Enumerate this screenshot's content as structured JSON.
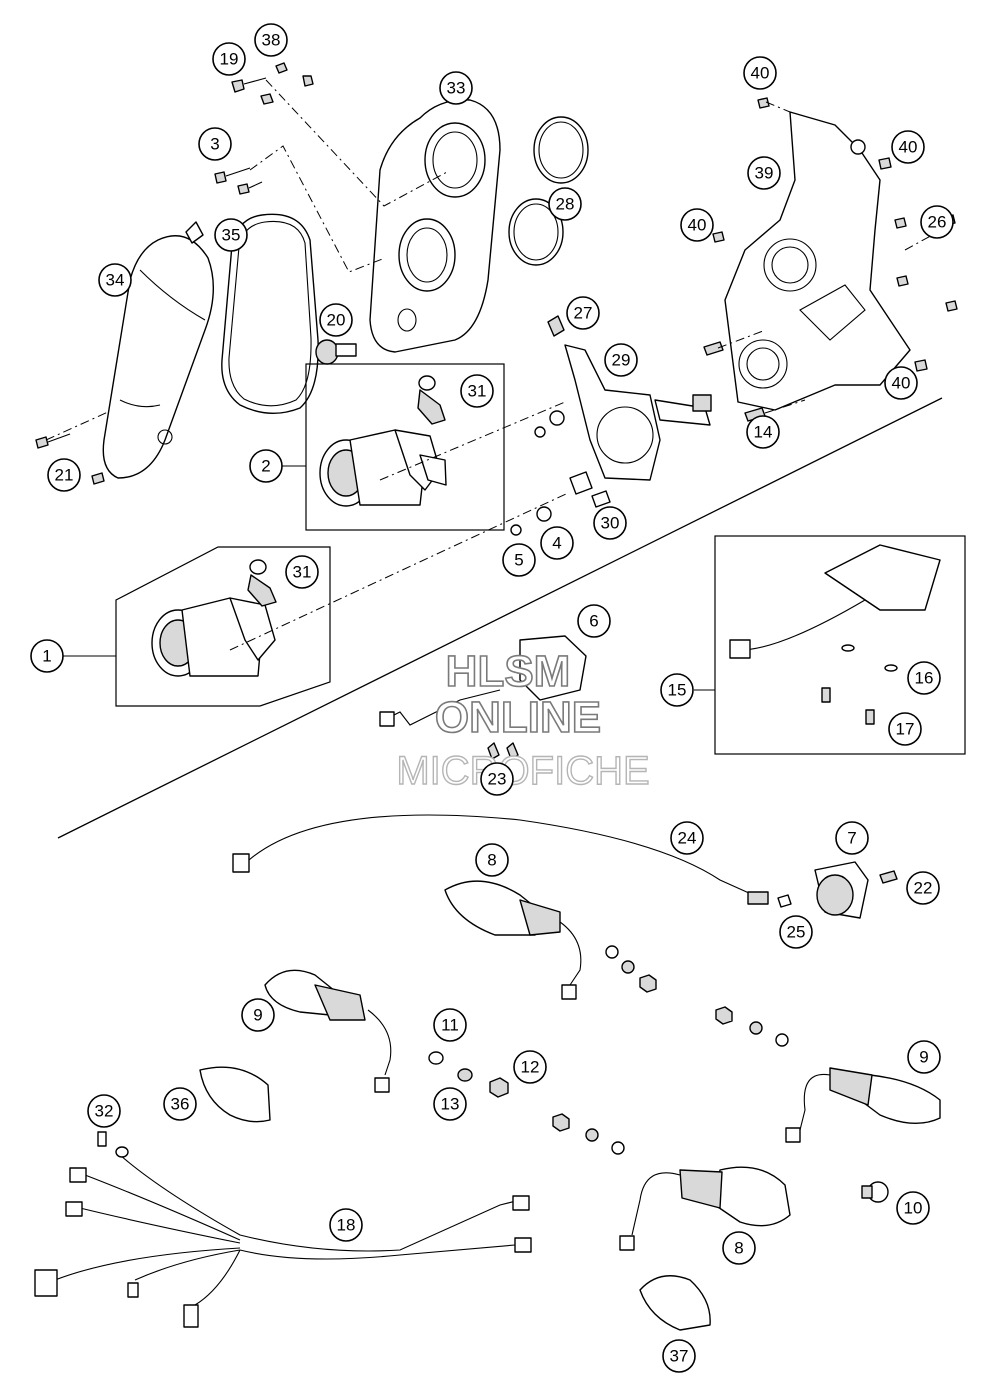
{
  "watermark": {
    "line1": "HLSM",
    "line2": "ONLINE",
    "line3": "MICROFICHE"
  },
  "callouts": [
    {
      "id": "c38",
      "label": "38"
    },
    {
      "id": "c19",
      "label": "19"
    },
    {
      "id": "c33",
      "label": "33"
    },
    {
      "id": "c3",
      "label": "3"
    },
    {
      "id": "c28",
      "label": "28"
    },
    {
      "id": "c35",
      "label": "35"
    },
    {
      "id": "c34",
      "label": "34"
    },
    {
      "id": "c20",
      "label": "20"
    },
    {
      "id": "c27",
      "label": "27"
    },
    {
      "id": "c29",
      "label": "29"
    },
    {
      "id": "c31a",
      "label": "31"
    },
    {
      "id": "c2",
      "label": "2"
    },
    {
      "id": "c21",
      "label": "21"
    },
    {
      "id": "c14",
      "label": "14"
    },
    {
      "id": "c30",
      "label": "30"
    },
    {
      "id": "c4",
      "label": "4"
    },
    {
      "id": "c5",
      "label": "5"
    },
    {
      "id": "c31b",
      "label": "31"
    },
    {
      "id": "c1",
      "label": "1"
    },
    {
      "id": "c6",
      "label": "6"
    },
    {
      "id": "c23",
      "label": "23"
    },
    {
      "id": "c40a",
      "label": "40"
    },
    {
      "id": "c40b",
      "label": "40"
    },
    {
      "id": "c39",
      "label": "39"
    },
    {
      "id": "c40c",
      "label": "40"
    },
    {
      "id": "c26",
      "label": "26"
    },
    {
      "id": "c40d",
      "label": "40"
    },
    {
      "id": "c15",
      "label": "15"
    },
    {
      "id": "c16",
      "label": "16"
    },
    {
      "id": "c17",
      "label": "17"
    },
    {
      "id": "c24",
      "label": "24"
    },
    {
      "id": "c7",
      "label": "7"
    },
    {
      "id": "c8a",
      "label": "8"
    },
    {
      "id": "c22",
      "label": "22"
    },
    {
      "id": "c25",
      "label": "25"
    },
    {
      "id": "c9a",
      "label": "9"
    },
    {
      "id": "c11",
      "label": "11"
    },
    {
      "id": "c12",
      "label": "12"
    },
    {
      "id": "c13",
      "label": "13"
    },
    {
      "id": "c9b",
      "label": "9"
    },
    {
      "id": "c32",
      "label": "32"
    },
    {
      "id": "c36",
      "label": "36"
    },
    {
      "id": "c18",
      "label": "18"
    },
    {
      "id": "c10",
      "label": "10"
    },
    {
      "id": "c8b",
      "label": "8"
    },
    {
      "id": "c37",
      "label": "37"
    }
  ]
}
